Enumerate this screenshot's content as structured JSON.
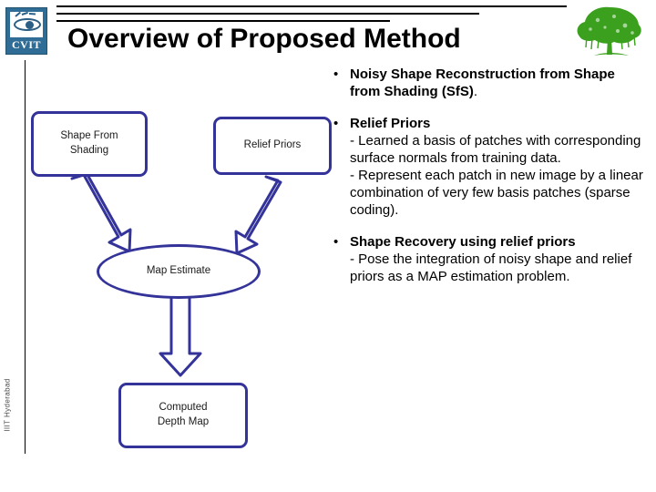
{
  "slide": {
    "title": "Overview of Proposed Method",
    "footer_vertical_text": "IIIT Hyderabad",
    "logo_left": {
      "name": "cvit-logo",
      "label": "CVIT",
      "icon": "eye-icon",
      "color": "#2f6d96"
    },
    "logo_right": {
      "name": "tree-logo",
      "icon": "tree-icon",
      "color": "#3aa01e"
    },
    "accent_color": "#333399",
    "rule_color": "#000000"
  },
  "flowchart": {
    "nodes": [
      {
        "id": "shape-from-shading",
        "shape": "rounded-rect",
        "label": "Shape From\nShading"
      },
      {
        "id": "relief-priors",
        "shape": "rounded-rect",
        "label": "Relief Priors"
      },
      {
        "id": "map-estimate",
        "shape": "ellipse",
        "label": "Map Estimate"
      },
      {
        "id": "computed-depth-map",
        "shape": "rounded-rect",
        "label": "Computed\nDepth Map"
      }
    ],
    "edges": [
      {
        "from": "shape-from-shading",
        "to": "map-estimate",
        "style": "block-arrow-diagonal"
      },
      {
        "from": "relief-priors",
        "to": "map-estimate",
        "style": "block-arrow-diagonal"
      },
      {
        "from": "map-estimate",
        "to": "computed-depth-map",
        "style": "block-arrow-vertical"
      }
    ]
  },
  "bullets": [
    {
      "id": "noisy-shape-reconstruction",
      "head_bold": "Noisy Shape Reconstruction from Shape from Shading (SfS)",
      "head_tail": ".",
      "sub": []
    },
    {
      "id": "relief-priors",
      "head_bold": "Relief Priors",
      "head_tail": "",
      "sub": [
        "- Learned a basis of patches with corresponding surface normals from training data.",
        "- Represent each patch in new image by a linear combination of very few basis patches (sparse coding)."
      ]
    },
    {
      "id": "shape-recovery",
      "head_bold": "Shape Recovery using relief priors",
      "head_tail": "",
      "sub": [
        "- Pose the integration of noisy shape and relief priors as a MAP estimation problem."
      ]
    }
  ]
}
